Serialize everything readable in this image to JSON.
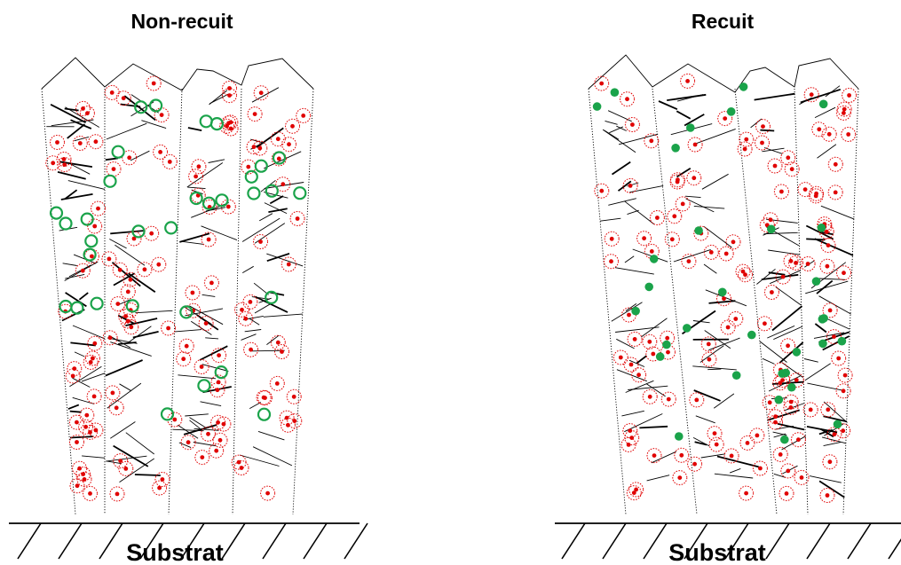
{
  "panels": [
    {
      "id": "non-recuit",
      "title": "Non-recuit",
      "substrate_label": "Substrat",
      "defect_style": "ring",
      "defect_count": 32
    },
    {
      "id": "recuit",
      "title": "Recuit",
      "substrate_label": "Substrat",
      "defect_style": "filled",
      "defect_count": 32
    }
  ],
  "legend_colors": {
    "point_defect": "#e00000",
    "defect_halo": "#e00000",
    "cluster": "#1aa34a",
    "lines": "#000000"
  }
}
